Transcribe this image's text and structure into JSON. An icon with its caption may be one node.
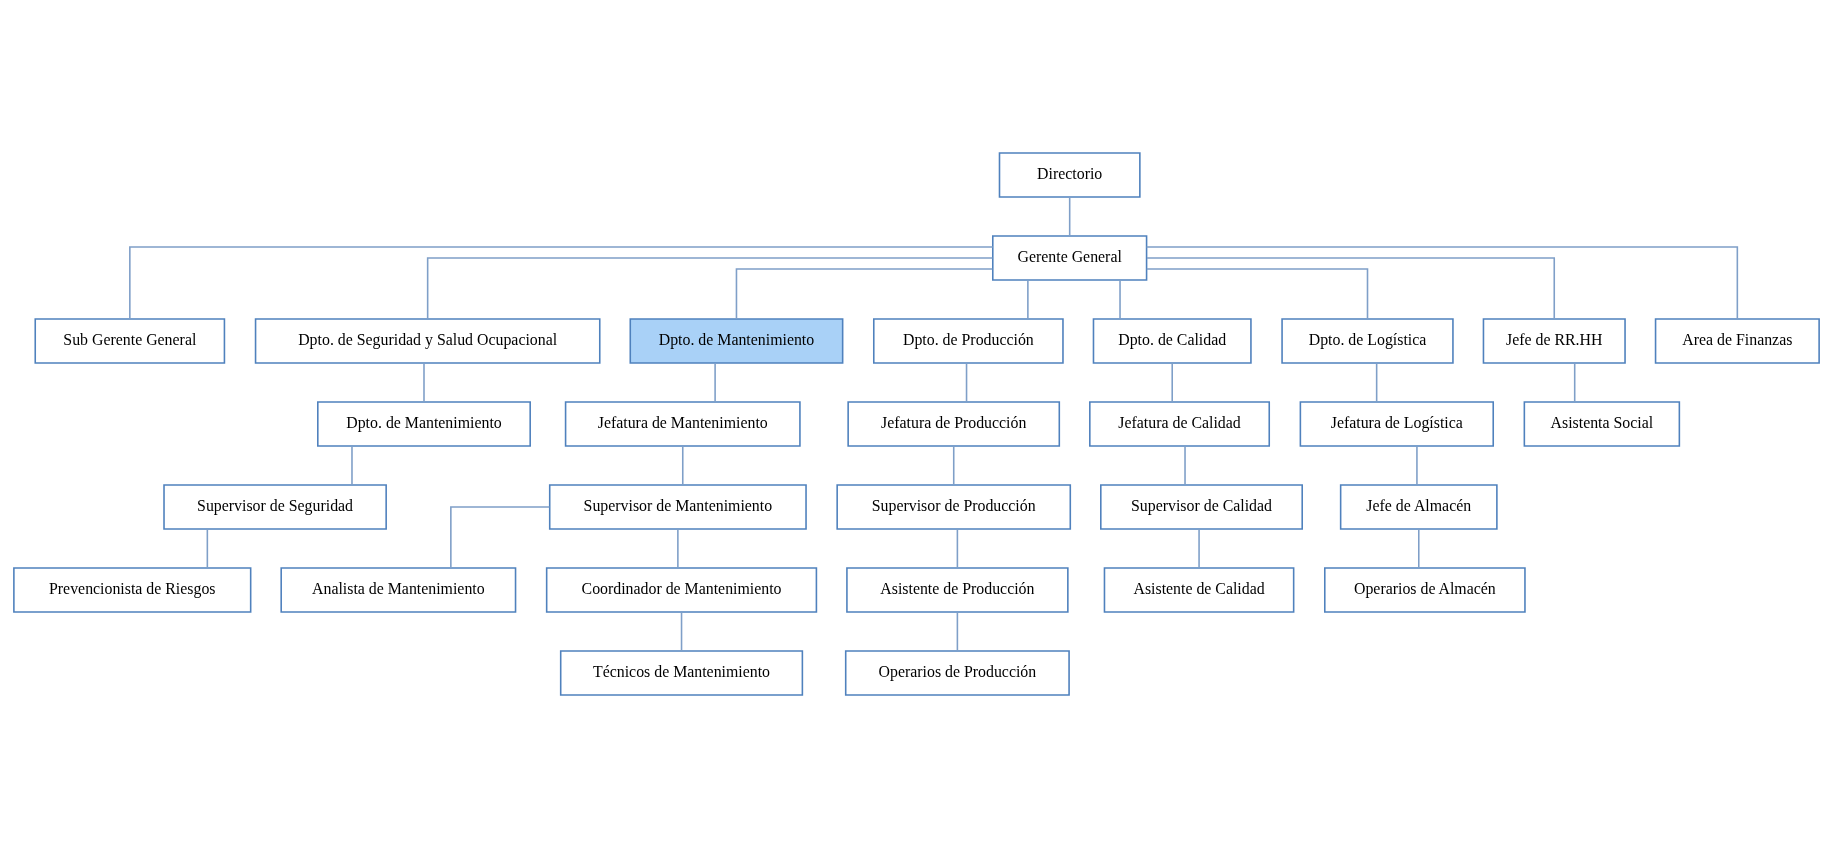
{
  "diagram": {
    "nodes": [
      {
        "text": [
          "Directorio"
        ]
      },
      {
        "text": [
          "Gerente General"
        ]
      },
      {
        "text": [
          "Sub Gerente General"
        ]
      },
      {
        "text": [
          "Dpto. de Seguridad y Salud Ocupacional"
        ]
      },
      {
        "text": [
          "Dpto. de Mantenimiento"
        ]
      },
      {
        "text": [
          "Dpto. de Producción"
        ]
      },
      {
        "text": [
          "Dpto. de Calidad"
        ]
      },
      {
        "text": [
          "Dpto. de Logística"
        ]
      },
      {
        "text": [
          "Jefe de RR.HH"
        ]
      },
      {
        "text": [
          "Area de Finanzas"
        ]
      },
      {
        "text": [
          "Dpto. de Mantenimiento"
        ]
      },
      {
        "text": [
          "Supervisor de Seguridad"
        ]
      },
      {
        "text": [
          "Prevencionista de Riesgos"
        ]
      },
      {
        "text": [
          "Jefatura de Mantenimiento"
        ]
      },
      {
        "text": [
          "Supervisor de Mantenimiento"
        ]
      },
      {
        "text": [
          "Analista de Mantenimiento"
        ]
      },
      {
        "text": [
          "Coordinador de Mantenimiento"
        ]
      },
      {
        "text": [
          "Técnicos de Mantenimiento"
        ]
      },
      {
        "text": [
          "Jefatura de Producción"
        ]
      },
      {
        "text": [
          "Supervisor de Producción"
        ]
      },
      {
        "text": [
          "Asistente de Producción"
        ]
      },
      {
        "text": [
          "Operarios de Producción"
        ]
      },
      {
        "text": [
          "Jefatura de Calidad"
        ]
      },
      {
        "text": [
          "Supervisor de Calidad"
        ]
      },
      {
        "text": [
          "Asistente de Calidad"
        ]
      },
      {
        "text": [
          "Jefatura de Logística"
        ]
      },
      {
        "text": [
          "Jefe de Almacén"
        ]
      },
      {
        "text": [
          "Operarios de Almacén"
        ]
      },
      {
        "text": [
          "Asistenta Social"
        ]
      }
    ],
    "edges": [
      {
        "from": 0,
        "to": 1,
        "arrow": "none"
      },
      {
        "from": 1,
        "to": 2,
        "arrow": "none"
      },
      {
        "from": 1,
        "to": 3,
        "arrow": "none"
      },
      {
        "from": 1,
        "to": 4,
        "arrow": "none"
      },
      {
        "from": 1,
        "to": 5,
        "arrow": "none"
      },
      {
        "from": 1,
        "to": 6,
        "arrow": "none"
      },
      {
        "from": 1,
        "to": 7,
        "arrow": "none"
      },
      {
        "from": 1,
        "to": 8,
        "arrow": "none"
      },
      {
        "from": 1,
        "to": 9,
        "arrow": "none"
      },
      {
        "from": 3,
        "to": 10,
        "arrow": "none"
      },
      {
        "from": 10,
        "to": 11,
        "arrow": "none"
      },
      {
        "from": 11,
        "to": 12,
        "arrow": "none"
      },
      {
        "from": 4,
        "to": 13,
        "arrow": "none"
      },
      {
        "from": 13,
        "to": 14,
        "arrow": "none"
      },
      {
        "from": 14,
        "to": 15,
        "arrow": "none"
      },
      {
        "from": 14,
        "to": 16,
        "arrow": "none"
      },
      {
        "from": 16,
        "to": 17,
        "arrow": "none"
      },
      {
        "from": 5,
        "to": 18,
        "arrow": "none"
      },
      {
        "from": 18,
        "to": 19,
        "arrow": "none"
      },
      {
        "from": 19,
        "to": 20,
        "arrow": "none"
      },
      {
        "from": 20,
        "to": 21,
        "arrow": "none"
      },
      {
        "from": 6,
        "to": 22,
        "arrow": "none"
      },
      {
        "from": 22,
        "to": 23,
        "arrow": "none"
      },
      {
        "from": 23,
        "to": 24,
        "arrow": "none"
      },
      {
        "from": 7,
        "to": 25,
        "arrow": "none"
      },
      {
        "from": 25,
        "to": 26,
        "arrow": "none"
      },
      {
        "from": 26,
        "to": 27,
        "arrow": "none"
      },
      {
        "from": 8,
        "to": 28,
        "arrow": "none"
      }
    ]
  }
}
